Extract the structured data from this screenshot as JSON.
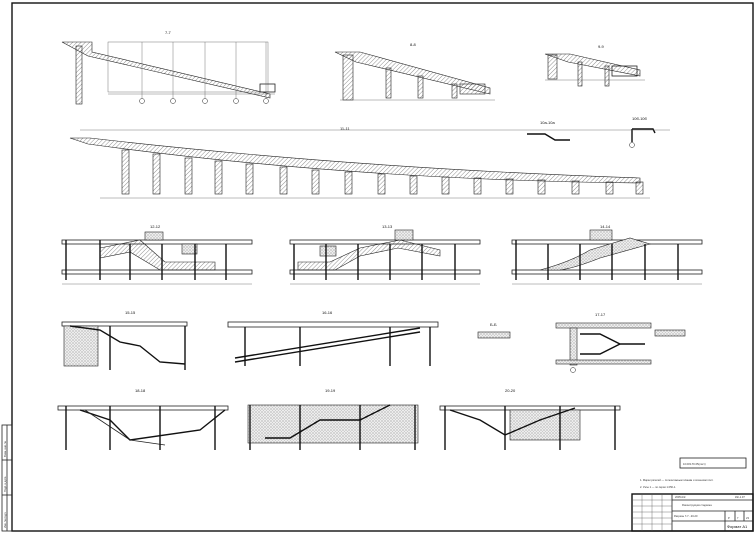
{
  "sheet": {
    "sections": {
      "s7": "7-7",
      "s8": "8-8",
      "s9": "9-9",
      "s11": "11-11",
      "s10a": "10a-10a",
      "s10b": "10б-10б",
      "s12": "12-12",
      "s13": "13-13",
      "s14": "14-14",
      "s15": "15-15",
      "s16": "16-16",
      "s17": "17-17",
      "s18": "18-18",
      "s19": "19-19",
      "s20": "20-20",
      "sB": "Б-Б"
    },
    "stamp_ref": "10.003-ТК.05(лист)",
    "notes": [
      "1. Марки ригелей — по монтажным планам и сечениям плит.",
      "2. Узлы 1 — по серии 1.050-1."
    ],
    "title_block": {
      "code": "2005-КЖ",
      "sheet_no": "КЖ-1.07",
      "object": "Реконструкция стадиона",
      "drawing_title": "Разрезы 7-7...20-20",
      "stage": "Р",
      "sheet": "7",
      "sheets": "23",
      "format": "Формат А1"
    },
    "left_strip": [
      "Инв. № подл.",
      "Подп. и дата",
      "Взам. инв. №"
    ]
  }
}
